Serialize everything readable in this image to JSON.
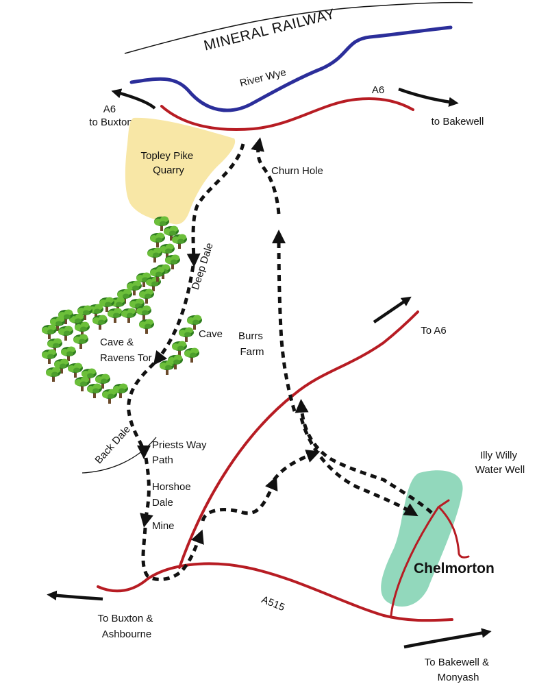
{
  "colors": {
    "road": "#b71c23",
    "river": "#2b2e9a",
    "path": "#111111",
    "quarry": "#f8e7a6",
    "village_area": "#7fd1b0",
    "tree_dark": "#2e7d1e",
    "tree_light": "#6cbf3a",
    "trunk": "#6b4a2b"
  },
  "features": {
    "railway": "MINERAL RAILWAY",
    "river": "River Wye",
    "quarry": [
      "Topley Pike",
      "Quarry"
    ],
    "village": "Chelmorton",
    "woodland": "woodland"
  },
  "roads": {
    "a6": "A6",
    "a515": "A515"
  },
  "directions": {
    "a6_to_buxton": [
      "A6",
      "to Buxton"
    ],
    "to_bakewell": "to Bakewell",
    "to_a6": "To A6",
    "to_buxton_ashbourne": [
      "To Buxton &",
      "Ashbourne"
    ],
    "to_bakewell_monyash": [
      "To Bakewell &",
      "Monyash"
    ]
  },
  "places": {
    "churn_hole": "Churn Hole",
    "deep_dale": "Deep Dale",
    "burrs_farm": [
      "Burrs",
      "Farm"
    ],
    "cave": "Cave",
    "cave_ravens_tor": [
      "Cave &",
      "Ravens Tor"
    ],
    "back_dale": "Back Dale",
    "priests_way": [
      "Priests Way",
      "Path"
    ],
    "horseshoe_dale": [
      "Horshoe",
      "Dale"
    ],
    "mine": "Mine",
    "illy_willy": [
      "Illy Willy",
      "Water Well"
    ]
  }
}
